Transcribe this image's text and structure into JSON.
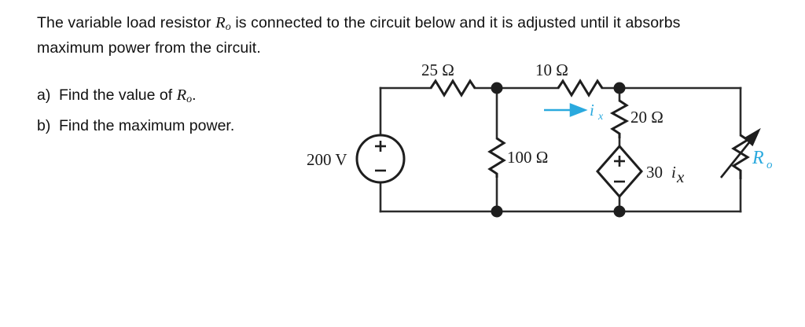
{
  "problem": {
    "line1_pre": "The variable load resistor ",
    "line1_var": "R",
    "line1_var_sub": "o",
    "line1_post": " is connected to the circuit below and it is adjusted until it absorbs maximum power from the circuit.",
    "full_text": "The variable load resistor Ro is connected to the circuit below and it is adjusted until it absorbs maximum power from the circuit."
  },
  "questions": [
    {
      "label": "a)",
      "text_pre": "Find the value of ",
      "var": "R",
      "var_sub": "o",
      "text_post": ".",
      "full_text": "a) Find the value of Ro."
    },
    {
      "label": "b)",
      "text_pre": "Find the maximum power.",
      "var": "",
      "var_sub": "",
      "text_post": "",
      "full_text": "b) Find the maximum power."
    }
  ],
  "circuit": {
    "source": {
      "name": "independent-voltage-source",
      "label": "200 V",
      "plus": "+",
      "minus": "−",
      "shape": "circle"
    },
    "resistors": [
      {
        "name": "resistor-25-ohm",
        "label": "25 Ω",
        "value": 25,
        "unit": "Ω",
        "orientation": "horizontal",
        "position": "top-left"
      },
      {
        "name": "resistor-10-ohm",
        "label": "10 Ω",
        "value": 10,
        "unit": "Ω",
        "orientation": "horizontal",
        "position": "top-middle"
      },
      {
        "name": "resistor-100-ohm",
        "label": "100 Ω",
        "value": 100,
        "unit": "Ω",
        "orientation": "vertical",
        "position": "middle-branch"
      },
      {
        "name": "resistor-20-ohm",
        "label": "20 Ω",
        "value": 20,
        "unit": "Ω",
        "orientation": "vertical",
        "position": "right-branch-upper"
      }
    ],
    "variable_resistor": {
      "name": "variable-load-resistor",
      "label": "R",
      "label_sub": "o",
      "color": "#2aa9de",
      "position": "right-rail"
    },
    "dependent_source": {
      "name": "dependent-voltage-source",
      "label_coeff": "30",
      "label_var": "i",
      "label_var_sub": "x",
      "label": "30 iₓ",
      "plus": "+",
      "minus": "−",
      "shape": "diamond"
    },
    "current": {
      "name": "current-ix",
      "label": "i",
      "label_sub": "x",
      "color": "#2aa9de",
      "direction": "right",
      "branch": "10-ohm-branch"
    },
    "colors": {
      "wire": "#2b2b2b",
      "component": "#1e1e1e",
      "accent": "#2aa9de",
      "text": "#111111",
      "background": "#ffffff"
    }
  }
}
